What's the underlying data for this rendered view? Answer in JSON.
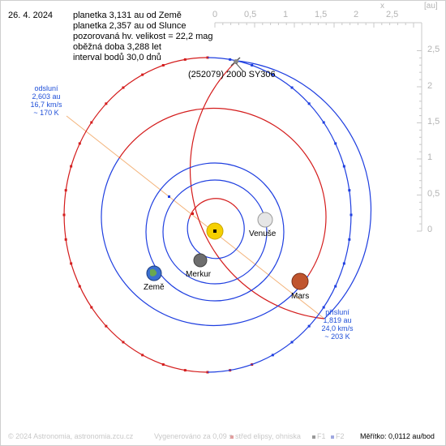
{
  "date": "26. 4. 2024",
  "info": {
    "dist_earth": "planetka 3,131 au od Země",
    "dist_sun": "planetka 2,357 au od Slunce",
    "magnitude": "pozorovaná hv. velikost = 22,2 mag",
    "period": "oběžná doba 3,288 let",
    "interval": "interval bodů 30,0 dnů"
  },
  "object_name": "(252079) 2000 SY306",
  "aphelion": {
    "title": "odsluní",
    "dist": "2,603 au",
    "speed": "16,7 km/s",
    "temp": "~ 170 K"
  },
  "perihelion": {
    "title": "přísluní",
    "dist": "1,819 au",
    "speed": "24,0 km/s",
    "temp": "~ 203 K"
  },
  "planets": {
    "venus": "Venuše",
    "mercury": "Merkur",
    "earth": "Země",
    "mars": "Mars"
  },
  "axes": {
    "x_label": "x",
    "unit_label": "[au]",
    "x_ticks": [
      "0",
      "0,5",
      "1",
      "1,5",
      "2",
      "2,5"
    ],
    "y_ticks": [
      "2,5",
      "2",
      "1,5",
      "1",
      "0,5",
      "0"
    ]
  },
  "footer": {
    "copyright": "© 2024 Astronomia, astronomia.zcu.cz",
    "generated": "Vygenerováno za 0,09 s",
    "legend_center": "střed elipsy, ohniska",
    "legend_f1": "F1",
    "legend_f2": "F2",
    "scale_label": "Měřítko:",
    "scale_value": "0,0112 au/bod"
  },
  "colors": {
    "orbit_blue": "#1f3fe0",
    "orbit_red": "#d41c1c",
    "apsis_line": "#f3b37a",
    "sun": "#f5d000"
  }
}
